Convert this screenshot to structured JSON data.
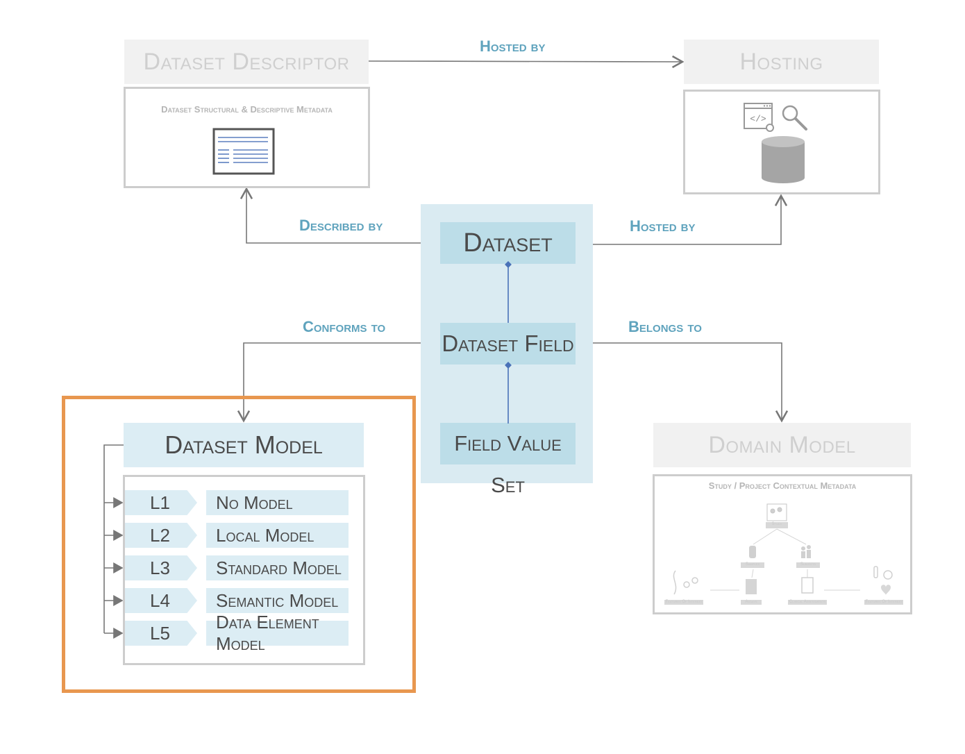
{
  "nodes": {
    "dataset_descriptor": {
      "title": "Dataset Descriptor",
      "caption": "Dataset Structural & Descriptive Metadata"
    },
    "hosting_environment": {
      "title": "Hosting Environment"
    },
    "dataset": "Dataset",
    "dataset_field": "Dataset Field",
    "field_value_set": "Field Value Set",
    "dataset_model": {
      "title": "Dataset Model",
      "levels": [
        {
          "code": "L1",
          "name": "No Model"
        },
        {
          "code": "L2",
          "name": "Local Model"
        },
        {
          "code": "L3",
          "name": "Standard Model"
        },
        {
          "code": "L4",
          "name": "Semantic Model"
        },
        {
          "code": "L5",
          "name": "Data Element Model"
        }
      ]
    },
    "domain_model": {
      "title": "Domain Model",
      "caption": "Study / Project Contextual Metadata",
      "sub": {
        "study": "Study",
        "samples": "Samples",
        "subjects": "Subjects",
        "assays": "Assays",
        "clinical": "Clinical Assessments",
        "foi_left": "Features Of Interest",
        "foi_right": "Features Of Interest"
      }
    }
  },
  "edges": {
    "hosted_by_top": "Hosted by",
    "described_by": "Described by",
    "hosted_by_right": "Hosted by",
    "conforms_to": "Conforms to",
    "belongs_to": "Belongs to"
  },
  "colors": {
    "highlight": "#e8974f",
    "node_blue": "#bcdde8",
    "panel_blue": "#daebf2",
    "label_blue": "#5fa3bd",
    "line_gray": "#777777",
    "connector_blue": "#4a72b8"
  },
  "icons": [
    "document-icon",
    "code-window-icon",
    "magnifier-icon",
    "database-icon",
    "people-icon",
    "test-tube-icon",
    "clipboard-icon",
    "dna-icon",
    "thermometer-icon",
    "heart-icon"
  ]
}
